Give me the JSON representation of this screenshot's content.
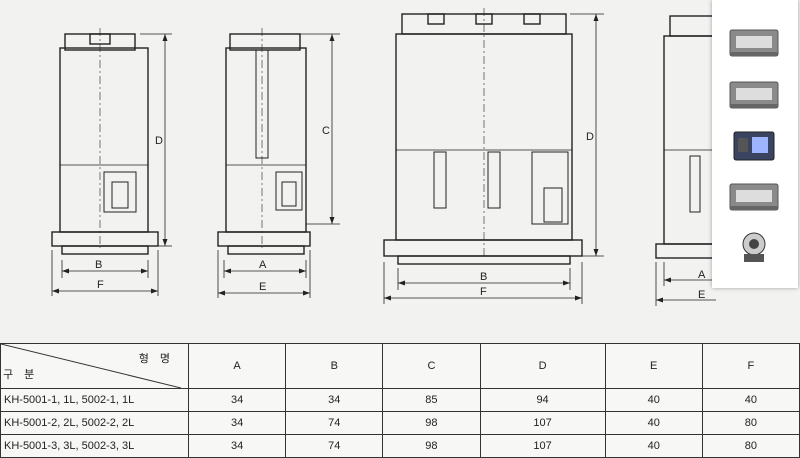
{
  "dim_labels": {
    "a": "A",
    "b": "B",
    "c": "C",
    "d": "D",
    "e": "E",
    "f": "F"
  },
  "table": {
    "corner_top": "형 명",
    "corner_bottom": "구 분",
    "columns": [
      "A",
      "B",
      "C",
      "D",
      "E",
      "F"
    ],
    "rows": [
      {
        "model": "KH-5001-1, 1L, 5002-1, 1L",
        "values": [
          "34",
          "34",
          "85",
          "94",
          "40",
          "40"
        ]
      },
      {
        "model": "KH-5001-2, 2L, 5002-2, 2L",
        "values": [
          "34",
          "74",
          "98",
          "107",
          "40",
          "80"
        ]
      },
      {
        "model": "KH-5001-3, 3L, 5002-3, 3L",
        "values": [
          "34",
          "74",
          "98",
          "107",
          "40",
          "80"
        ]
      }
    ]
  },
  "thumbnails": [
    {
      "name": "panel-meter-gray-1"
    },
    {
      "name": "panel-meter-gray-2"
    },
    {
      "name": "panel-meter-blue"
    },
    {
      "name": "panel-meter-gray-3"
    },
    {
      "name": "relay-module"
    }
  ]
}
